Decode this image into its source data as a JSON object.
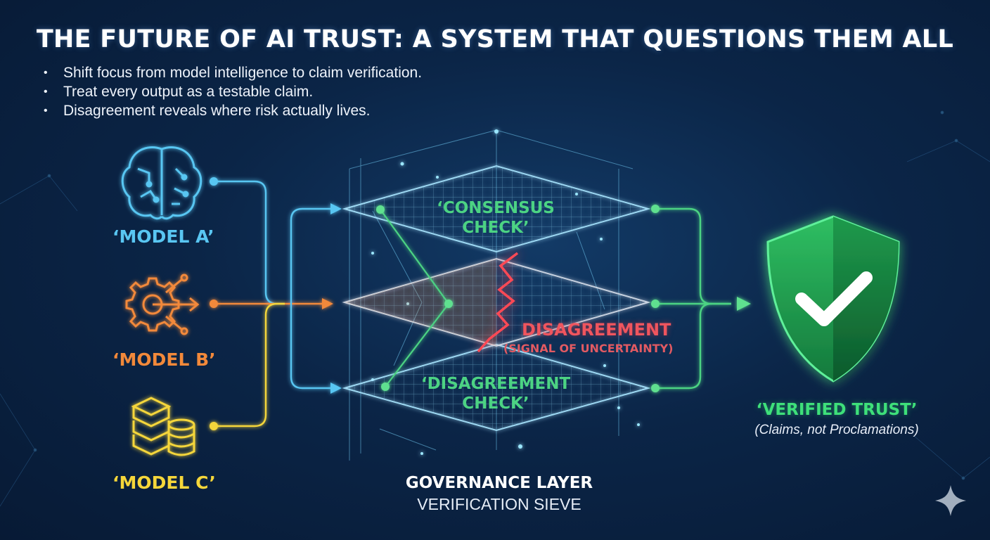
{
  "title": "THE FUTURE OF AI TRUST: A SYSTEM THAT QUESTIONS THEM ALL",
  "bullets": [
    "Shift focus from model intelligence to claim verification.",
    "Treat every output as a testable claim.",
    "Disagreement reveals where risk actually lives."
  ],
  "models": [
    {
      "label": "‘MODEL A’",
      "icon": "brain-icon",
      "color": "#59c6f2"
    },
    {
      "label": "‘MODEL B’",
      "icon": "gear-arrow-icon",
      "color": "#f2893a"
    },
    {
      "label": "‘MODEL C’",
      "icon": "database-icon",
      "color": "#f5d63a"
    }
  ],
  "layers": {
    "consensus": {
      "line1": "‘CONSENSUS",
      "line2": "CHECK’"
    },
    "disagreement": {
      "line1": "‘DISAGREEMENT",
      "line2": "CHECK’"
    }
  },
  "disagreement_signal": {
    "label": "DISAGREEMENT",
    "sublabel": "(SIGNAL OF UNCERTAINTY)"
  },
  "governance": {
    "title": "GOVERNANCE LAYER",
    "subtitle": "VERIFICATION SIEVE"
  },
  "output": {
    "title": "‘VERIFIED TRUST’",
    "subtitle": "(Claims, not Proclamations)",
    "icon": "shield-check-icon"
  },
  "colors": {
    "background": "#0b2547",
    "model_a": "#59c6f2",
    "model_b": "#f2893a",
    "model_c": "#f5d63a",
    "grid": "#7fd0f0",
    "verified": "#3ee07a",
    "disagreement": "#f0555e"
  },
  "watermark": {
    "icon": "sparkle-icon"
  }
}
